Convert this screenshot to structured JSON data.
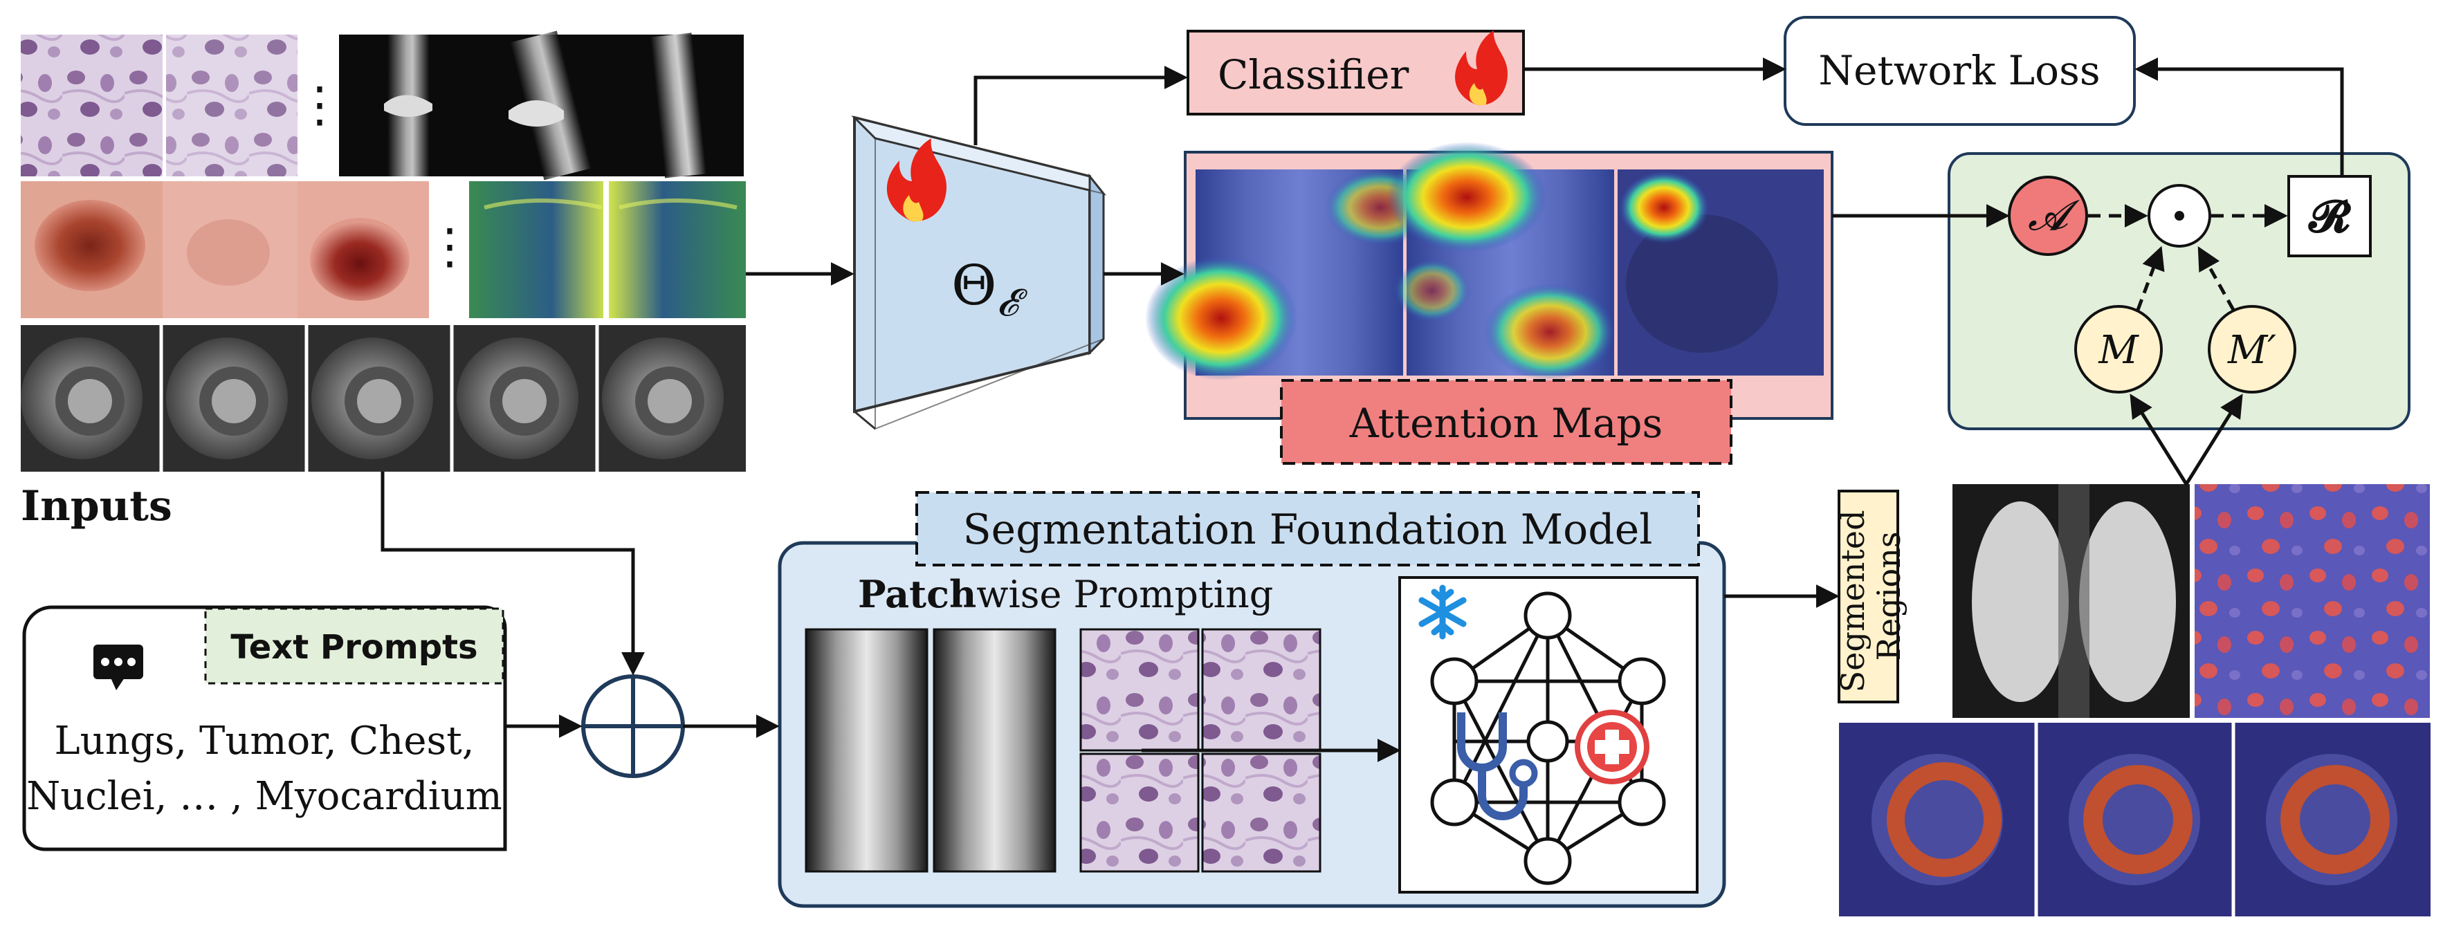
{
  "inputs": {
    "title": "Inputs",
    "ellipsis": "⋮"
  },
  "encoder": {
    "label_main": "Θ",
    "label_sub": "𝓔",
    "state_icon": "flame-icon"
  },
  "classifier": {
    "label": "Classifier",
    "state_icon": "flame-icon"
  },
  "network_loss": {
    "label": "Network Loss"
  },
  "attention_maps": {
    "label": "Attention Maps"
  },
  "loss_module": {
    "node_a": "𝓐",
    "node_dot": "⊙",
    "node_r": "𝓡",
    "node_m": "M",
    "node_m_prime": "M′"
  },
  "segmented_regions": {
    "line1": "Segmented",
    "line2": "Regions"
  },
  "text_prompts": {
    "title": "Text Prompts",
    "line1": "Lungs, Tumor, Chest,",
    "line2": "Nuclei, … , Myocardium",
    "icon": "chat-bubble-icon"
  },
  "sfm": {
    "title": "Segmentation Foundation Model",
    "patchwise_bold": "Patch",
    "patchwise_rest": "wise Prompting",
    "frozen_icon": "snowflake-icon"
  },
  "colors": {
    "classifier_fill": "#f8c9c9",
    "loss_module_fill": "#e2efda",
    "node_a_fill": "#f07a7a",
    "node_m_fill": "#fff2cc",
    "sfm_fill": "#dae7f5",
    "prompt_title_fill": "#e2efda",
    "attention_label_fill": "#f08080",
    "attention_panel_fill": "#f8c9c9",
    "encoder_fill": "#c9ddf0",
    "segmented_label_fill": "#fff2cc",
    "flame": "#e8231a",
    "snowflake": "#1f8fe0"
  }
}
